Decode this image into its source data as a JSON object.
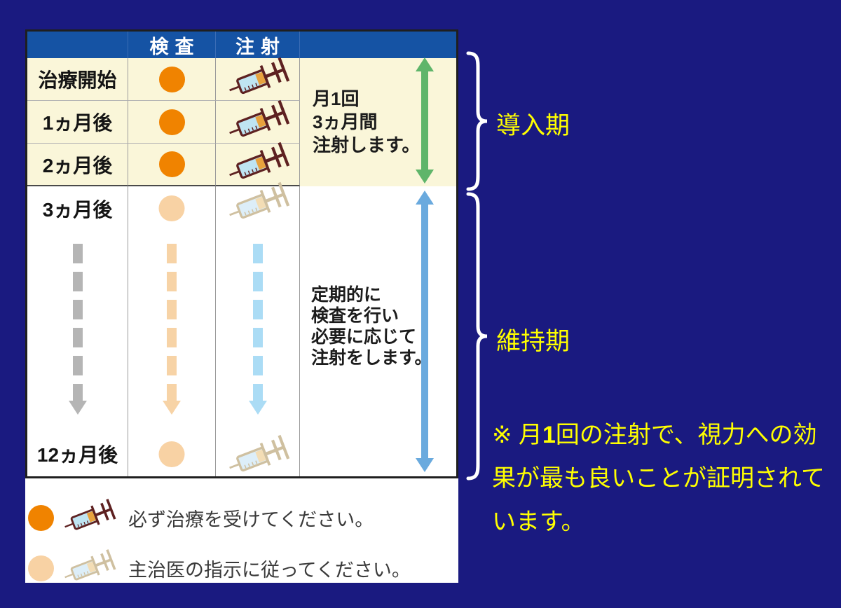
{
  "table": {
    "header": {
      "exam": "検査",
      "injection": "注射"
    },
    "induction": {
      "rows": [
        {
          "label": "治療開始"
        },
        {
          "label": "1ヵ月後"
        },
        {
          "label": "2ヵ月後"
        }
      ],
      "note": "月1回\n3ヵ月間\n注射します。"
    },
    "maintenance": {
      "start_label": "3ヵ月後",
      "end_label": "12ヵ月後",
      "note": "定期的に\n検査を行い\n必要に応じて\n注射をします。"
    }
  },
  "legend": {
    "items": [
      {
        "text": "必ず治療を受けてください。"
      },
      {
        "text": "主治医の指示に従ってください。"
      }
    ]
  },
  "annotations": {
    "induction_label": "導入期",
    "maintenance_label": "維持期",
    "footnote": {
      "prefix": "※ 月",
      "bold": "1",
      "suffix": "回の注射で、視力への効果が最も良いことが証明されています。"
    }
  },
  "colors": {
    "background": "#1a1a80",
    "header_blue": "#1553a4",
    "cream": "#faf6d9",
    "exam_orange": "#f08300",
    "exam_pale_orange": "#f8d2a4",
    "dash_gray": "#b5b5b5",
    "dash_pale_orange": "#f7d3a6",
    "dash_pale_blue": "#abdcf5",
    "green_arrow": "#5fb56a",
    "blue_arrow": "#6aaade",
    "annotation_yellow": "#ffff00"
  }
}
